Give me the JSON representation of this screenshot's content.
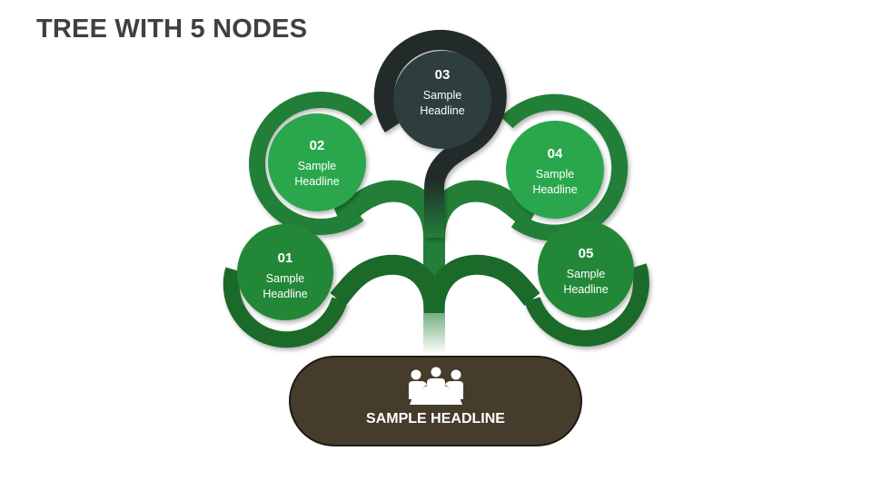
{
  "slide": {
    "title": "TREE WITH 5 NODES"
  },
  "nodes": [
    {
      "id": "01",
      "number": "01",
      "line1": "Sample",
      "line2": "Headline",
      "ring_color": "#1b6a2a",
      "fill_color": "#248838"
    },
    {
      "id": "02",
      "number": "02",
      "line1": "Sample",
      "line2": "Headline",
      "ring_color": "#237f38",
      "fill_color": "#2aa74d"
    },
    {
      "id": "03",
      "number": "03",
      "line1": "Sample",
      "line2": "Headline",
      "ring_color": "#222a2b",
      "fill_color": "#2e3d3c"
    },
    {
      "id": "04",
      "number": "04",
      "line1": "Sample",
      "line2": "Headline",
      "ring_color": "#237f38",
      "fill_color": "#2aa74d"
    },
    {
      "id": "05",
      "number": "05",
      "line1": "Sample",
      "line2": "Headline",
      "ring_color": "#1b6a2a",
      "fill_color": "#248838"
    }
  ],
  "root": {
    "label": "SAMPLE HEADLINE",
    "icon": "meeting-group-icon",
    "fill_color": "#463c2c"
  },
  "colors": {
    "title": "#404040",
    "stem_green": "#237f38",
    "stem_dark": "#222a2b",
    "branch_low": "#1b6a2a"
  }
}
